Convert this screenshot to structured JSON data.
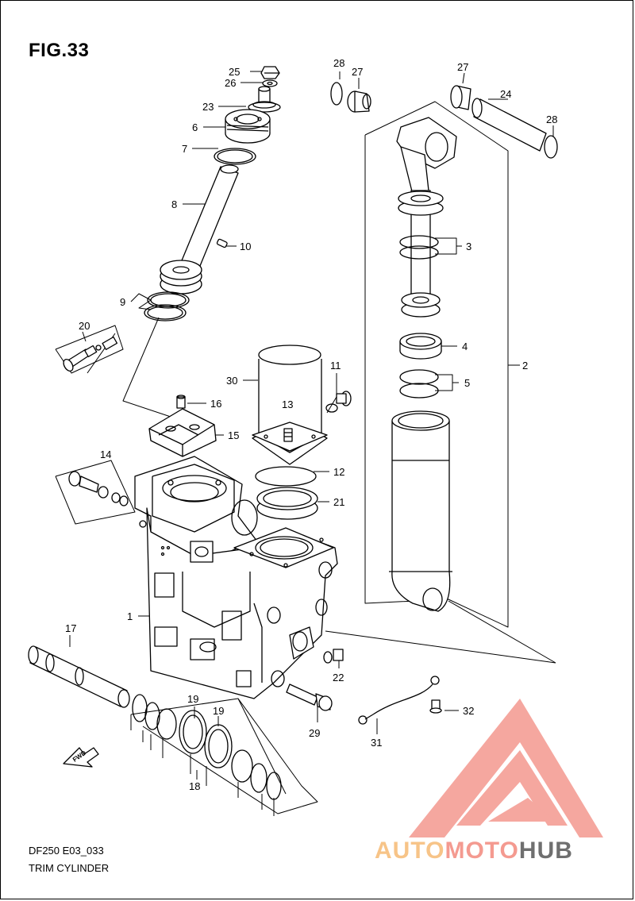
{
  "figure": {
    "title": "FIG.33"
  },
  "footer": {
    "code": "DF250 E03_033",
    "name": "TRIM CYLINDER"
  },
  "brand": {
    "part1": "AUTO",
    "part2": "MOTO",
    "part3": "HUB",
    "colors": [
      "#f7c488",
      "#f49a90",
      "#6f6f6f"
    ]
  },
  "direction_label": "FWD",
  "callouts": [
    "1",
    "2",
    "3",
    "4",
    "5",
    "6",
    "7",
    "8",
    "9",
    "10",
    "11",
    "12",
    "13",
    "14",
    "15",
    "16",
    "17",
    "18",
    "19",
    "19",
    "20",
    "21",
    "22",
    "23",
    "24",
    "25",
    "26",
    "27",
    "27",
    "28",
    "28",
    "29",
    "30",
    "31",
    "32"
  ]
}
